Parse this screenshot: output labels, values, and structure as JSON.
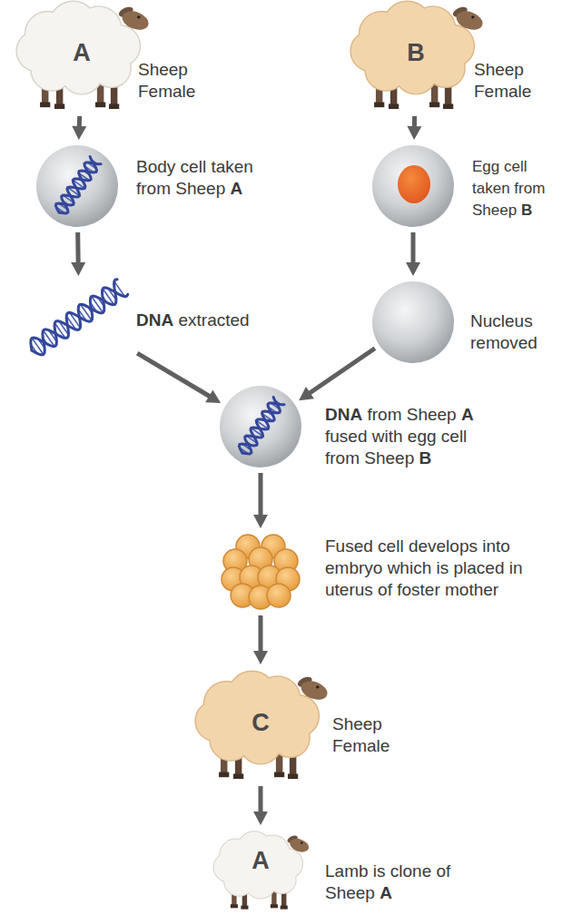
{
  "diagram": {
    "nodes": [
      {
        "text": [
          "A",
          "Sheep Female"
        ]
      },
      {
        "text": [
          "B",
          "Sheep Female"
        ]
      },
      {
        "text": [
          "Body cell taken from Sheep A"
        ]
      },
      {
        "text": [
          "Egg cell taken from Sheep B"
        ]
      },
      {
        "text": [
          "DNA extracted"
        ]
      },
      {
        "text": [
          "Nucleus removed"
        ]
      },
      {
        "text": [
          "DNA from Sheep A fused with egg cell from Sheep B"
        ]
      },
      {
        "text": [
          "Fused cell develops into embryo which is placed in uterus of foster mother"
        ]
      },
      {
        "text": [
          "C",
          "Sheep Female"
        ]
      },
      {
        "text": [
          "A",
          "Lamb is clone of Sheep A"
        ]
      }
    ],
    "edges": [
      {
        "from": 0,
        "to": 2,
        "arrow": "to"
      },
      {
        "from": 1,
        "to": 3,
        "arrow": "to"
      },
      {
        "from": 2,
        "to": 4,
        "arrow": "to"
      },
      {
        "from": 3,
        "to": 5,
        "arrow": "to"
      },
      {
        "from": 4,
        "to": 6,
        "arrow": "to"
      },
      {
        "from": 5,
        "to": 6,
        "arrow": "to"
      },
      {
        "from": 6,
        "to": 7,
        "arrow": "to"
      },
      {
        "from": 7,
        "to": 8,
        "arrow": "to"
      },
      {
        "from": 8,
        "to": 9,
        "arrow": "to"
      }
    ]
  }
}
